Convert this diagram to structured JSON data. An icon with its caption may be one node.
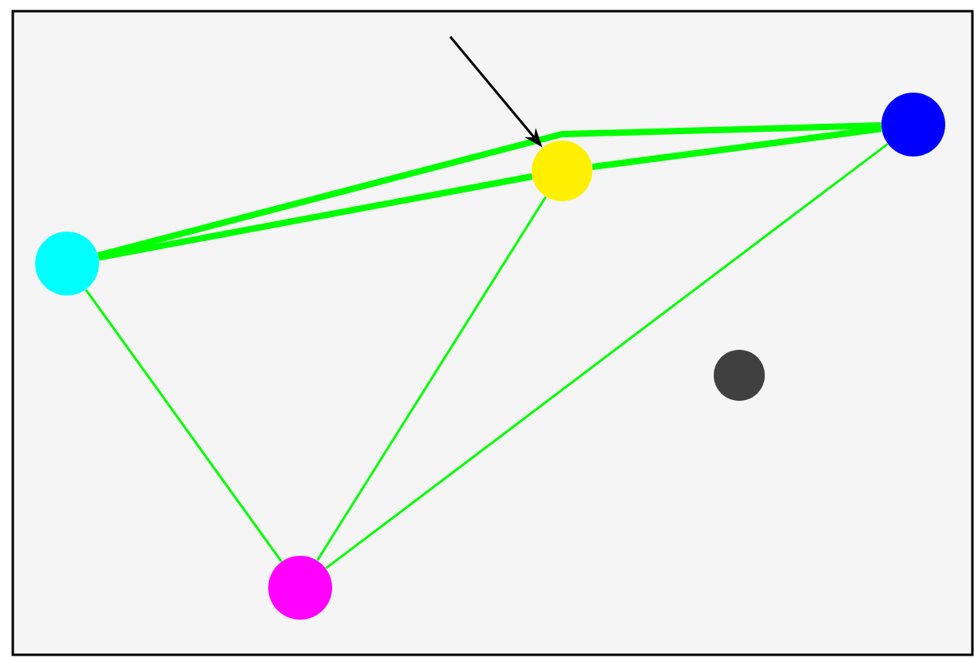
{
  "diagram": {
    "nodes": [
      {
        "text": [],
        "shape": "circle"
      },
      {
        "text": [],
        "shape": "circle"
      },
      {
        "text": [],
        "shape": "circle"
      },
      {
        "text": [],
        "shape": "circle"
      },
      {
        "text": [],
        "shape": "circle"
      }
    ],
    "edges": [
      {
        "from": 0,
        "to": 1,
        "arrow": "none",
        "style": "thick"
      },
      {
        "from": 1,
        "to": 2,
        "arrow": "none",
        "style": "thick"
      },
      {
        "from": 0,
        "to": 2,
        "arrow": "none",
        "style": "thick"
      },
      {
        "from": 0,
        "to": 4,
        "arrow": "none"
      },
      {
        "from": 4,
        "to": 1,
        "arrow": "none"
      },
      {
        "from": 4,
        "to": 2,
        "arrow": "none"
      },
      {
        "from": null,
        "to": 1,
        "arrow": "to",
        "color": "#000000"
      }
    ]
  }
}
